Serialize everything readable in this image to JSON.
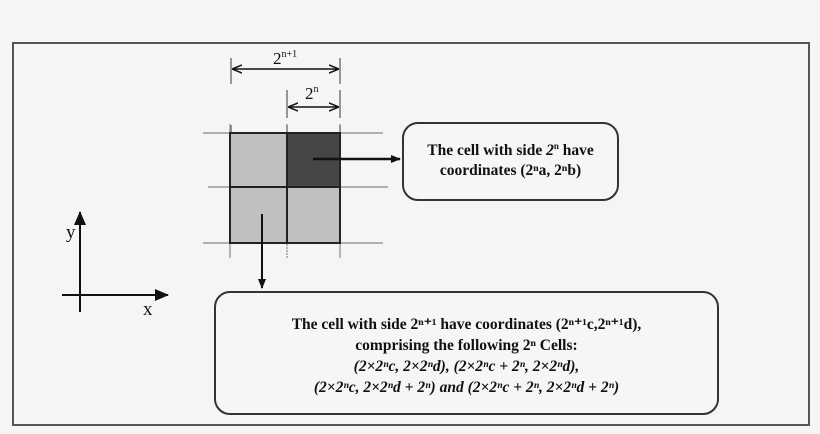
{
  "diagram": {
    "dimension_labels": {
      "outer": {
        "base": "2",
        "exp": "n+1"
      },
      "inner": {
        "base": "2",
        "exp": "n"
      }
    },
    "axes": {
      "x_label": "x",
      "y_label": "y"
    },
    "grid": {
      "cells": [
        {
          "position": "top-left",
          "color": "#c0c0c0"
        },
        {
          "position": "top-right",
          "color": "#464646"
        },
        {
          "position": "bottom-left",
          "color": "#c0c0c0"
        },
        {
          "position": "bottom-right",
          "color": "#c0c0c0"
        }
      ]
    },
    "callout_small": {
      "line1_prefix": "The cell with side ",
      "line1_base": "2",
      "line1_exp": "n",
      "line1_suffix": " have",
      "line2": "coordinates  (2ⁿa, 2ⁿb)"
    },
    "callout_large": {
      "line1": "The cell with side 2ⁿ⁺¹ have coordinates  (2ⁿ⁺¹c,2ⁿ⁺¹d),",
      "line2": "comprising the following 2ⁿ Cells:",
      "line3": "(2×2ⁿc, 2×2ⁿd), (2×2ⁿc + 2ⁿ, 2×2ⁿd),",
      "line4": "(2×2ⁿc, 2×2ⁿd + 2ⁿ) and (2×2ⁿc + 2ⁿ, 2×2ⁿd + 2ⁿ)"
    }
  }
}
